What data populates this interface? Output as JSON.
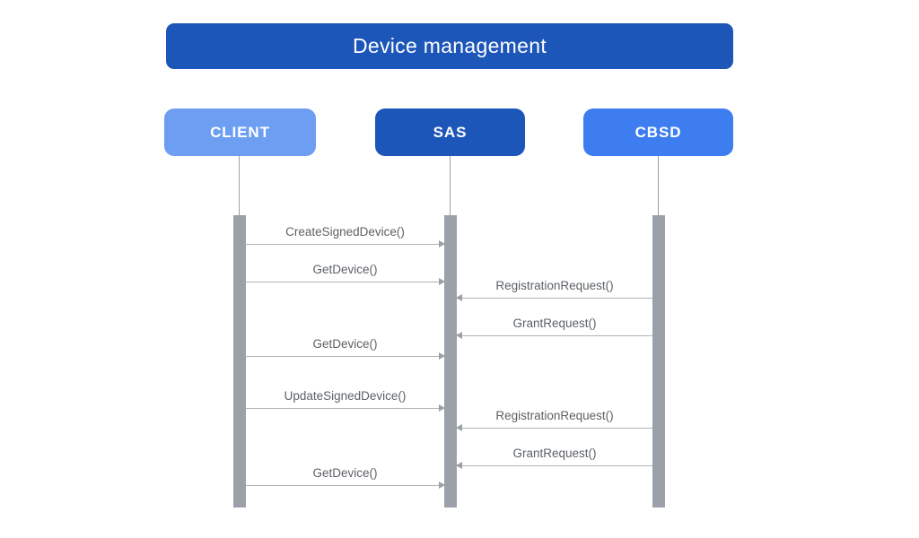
{
  "title": "Device management",
  "actors": [
    {
      "id": "client",
      "label": "CLIENT",
      "color": "#6D9EF1"
    },
    {
      "id": "sas",
      "label": "SAS",
      "color": "#1C56B8"
    },
    {
      "id": "cbsd",
      "label": "CBSD",
      "color": "#3E7DF0"
    }
  ],
  "messages": [
    {
      "label": "CreateSignedDevice()",
      "from": "client",
      "to": "sas"
    },
    {
      "label": "GetDevice()",
      "from": "client",
      "to": "sas"
    },
    {
      "label": "RegistrationRequest()",
      "from": "cbsd",
      "to": "sas"
    },
    {
      "label": "GrantRequest()",
      "from": "cbsd",
      "to": "sas"
    },
    {
      "label": "GetDevice()",
      "from": "client",
      "to": "sas"
    },
    {
      "label": "UpdateSignedDevice()",
      "from": "client",
      "to": "sas"
    },
    {
      "label": "RegistrationRequest()",
      "from": "cbsd",
      "to": "sas"
    },
    {
      "label": "GrantRequest()",
      "from": "cbsd",
      "to": "sas"
    },
    {
      "label": "GetDevice()",
      "from": "client",
      "to": "sas"
    }
  ],
  "colors": {
    "title_bg": "#1C56B8",
    "title_text": "#FFFFFF",
    "actor_text": "#FFFFFF",
    "lifeline": "#9AA0A6",
    "activation_bar": "#9CA1A9",
    "arrow_line": "#AEB3B9",
    "arrow_head": "#9AA0A6",
    "label_text": "#5C6166"
  }
}
